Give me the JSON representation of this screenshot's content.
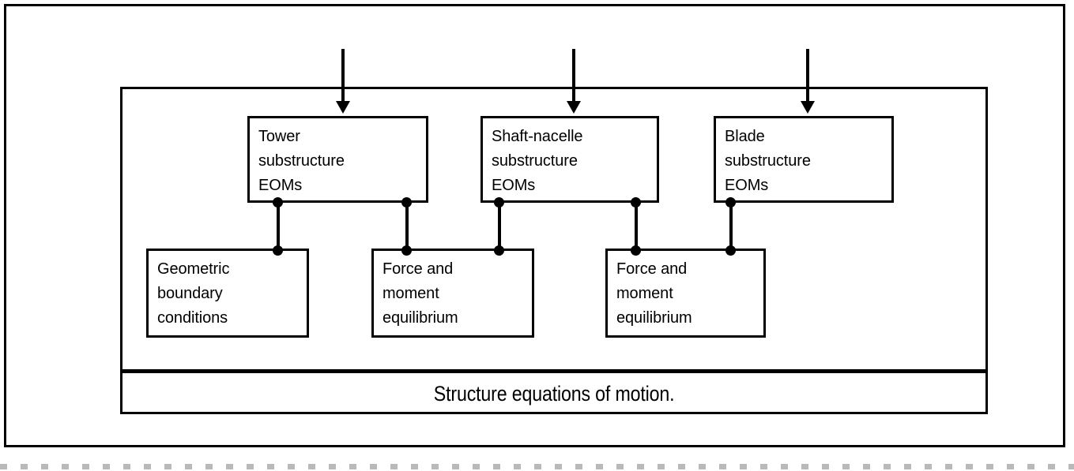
{
  "figure": {
    "caption": "Structure equations of motion.",
    "frame_color": "#000000",
    "background_color": "#ffffff"
  },
  "nodes": {
    "tower": {
      "label": "Tower\nsubstructure\nEOMs"
    },
    "shaft_nacelle": {
      "label": "Shaft-nacelle\nsubstructure\nEOMs"
    },
    "blade": {
      "label": "Blade\nsubstructure\nEOMs"
    },
    "geometric": {
      "label": "Geometric\nboundary\nconditions"
    },
    "force_moment_1": {
      "label": "Force and\nmoment\nequilibrium"
    },
    "force_moment_2": {
      "label": "Force and\nmoment\nequilibrium"
    }
  },
  "connections": {
    "input_arrows": [
      {
        "target": "tower"
      },
      {
        "target": "shaft_nacelle"
      },
      {
        "target": "blade"
      }
    ],
    "links": [
      {
        "from": "tower",
        "to": "geometric"
      },
      {
        "from": "tower",
        "to": "force_moment_1"
      },
      {
        "from": "shaft_nacelle",
        "to": "force_moment_1"
      },
      {
        "from": "shaft_nacelle",
        "to": "force_moment_2"
      },
      {
        "from": "blade",
        "to": "force_moment_2"
      }
    ]
  }
}
